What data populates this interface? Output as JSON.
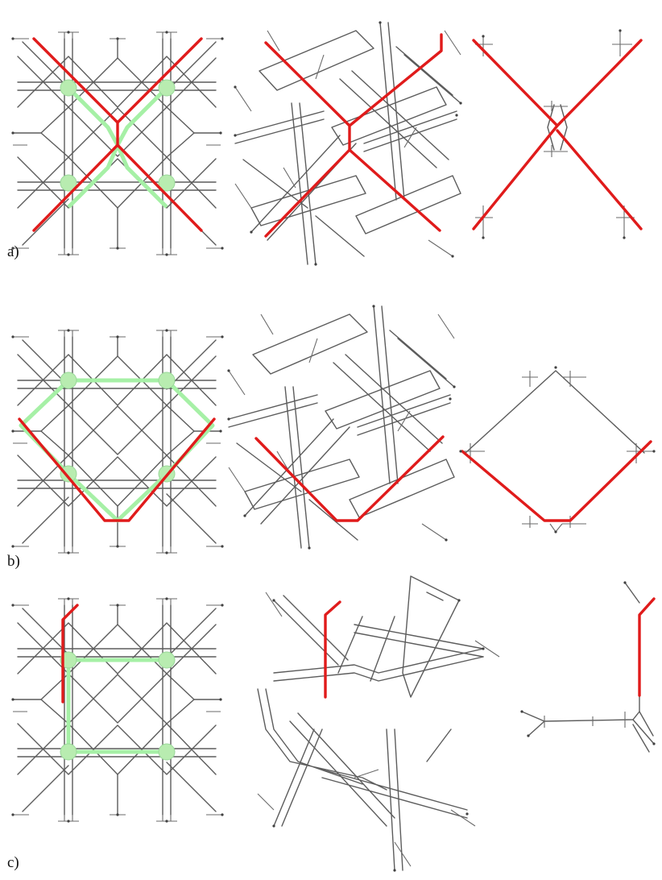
{
  "figure": {
    "rows": [
      {
        "id": "a",
        "label": "a)",
        "red_path": "x-cross",
        "green_nodes": 4,
        "panels": [
          "original-grid",
          "rotated-layout",
          "simplified"
        ]
      },
      {
        "id": "b",
        "label": "b)",
        "red_path": "v-bottom",
        "green_nodes": 4,
        "panels": [
          "original-grid",
          "rotated-layout",
          "simplified"
        ]
      },
      {
        "id": "c",
        "label": "c)",
        "red_path": "vertical-hook",
        "green_nodes": 4,
        "panels": [
          "original-grid",
          "rotated-layout",
          "simplified"
        ]
      }
    ],
    "colors": {
      "network": "#5c5c5c",
      "highlight_path": "#e01b1b",
      "green_path": "#a6f0a6",
      "green_node": "#b8ecb0",
      "background": "#ffffff"
    }
  }
}
